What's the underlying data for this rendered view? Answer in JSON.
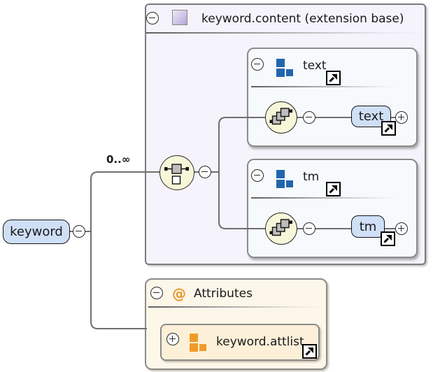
{
  "root": {
    "label": "keyword",
    "occurrence": "0..∞"
  },
  "extension": {
    "title": "keyword.content (extension base)",
    "groups": [
      {
        "label": "text",
        "element": "text"
      },
      {
        "label": "tm",
        "element": "tm"
      }
    ]
  },
  "attributes": {
    "symbol": "@",
    "title": "Attributes",
    "attlist_label": "keyword.attlist"
  },
  "colors": {
    "element_fill": "#cfdff6",
    "extension_bg": "#f5f3fb",
    "group_bg": "#f7fafd",
    "attributes_bg": "#fdf7e9",
    "attlist_bg": "#fcf0d8",
    "compositor_fill": "#f7f6d9",
    "icon_blue": "#2166ad",
    "icon_orange": "#f09b27",
    "at_orange": "#e8952c",
    "connector_gray": "#6f6f6f"
  }
}
